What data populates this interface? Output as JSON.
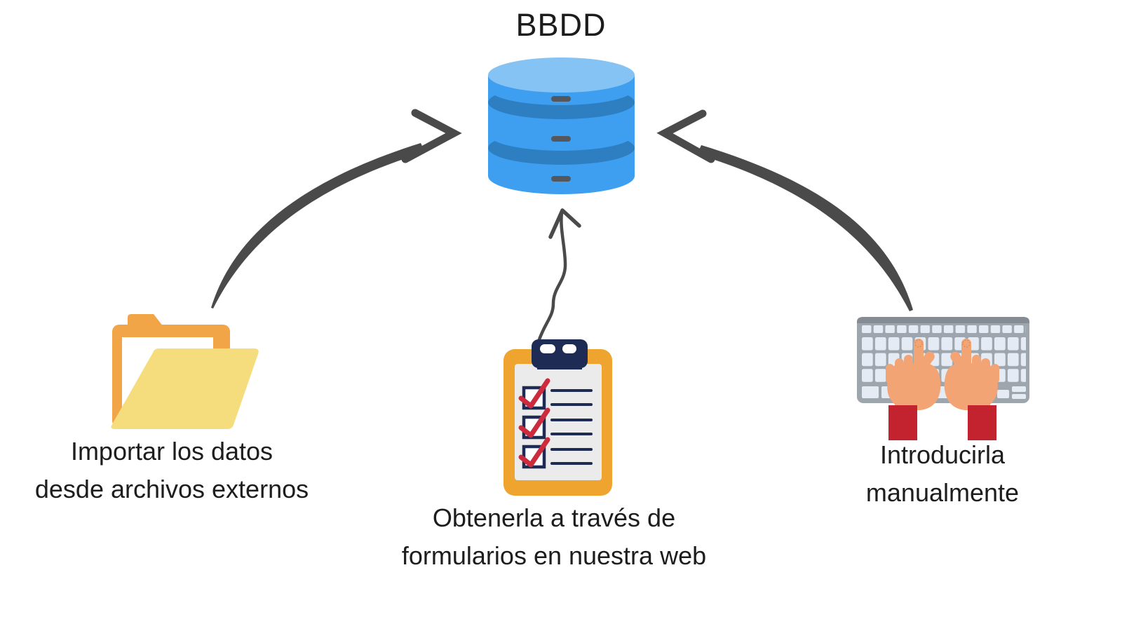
{
  "diagram": {
    "title": "BBDD",
    "database": {
      "id": "database",
      "label": "BBDD",
      "segments": 3
    },
    "sources": [
      {
        "id": "import-files",
        "icon": "open-folder-icon",
        "caption": [
          "Importar los datos",
          "desde archivos externos"
        ]
      },
      {
        "id": "web-forms",
        "icon": "clipboard-checklist-icon",
        "caption": [
          "Obtenerla a través de",
          "formularios en nuestra web"
        ]
      },
      {
        "id": "manual-entry",
        "icon": "keyboard-hands-icon",
        "caption": [
          "Introducirla",
          "manualmente"
        ]
      }
    ],
    "edges": [
      {
        "from": "import-files",
        "to": "database",
        "style": "curved-tapered-arrow"
      },
      {
        "from": "web-forms",
        "to": "database",
        "style": "thin-wavy-arrow"
      },
      {
        "from": "manual-entry",
        "to": "database",
        "style": "curved-tapered-arrow"
      }
    ],
    "colors": {
      "background": "#FFFFFF",
      "text": "#1D1D1D",
      "arrow": "#4A4A4A",
      "database_body": "#3E9EF0",
      "database_top": "#85C3F5",
      "database_band": "#2E7FC2",
      "database_slot": "#54585C",
      "folder_back": "#F1A546",
      "folder_front": "#F5DD7E",
      "clipboard_board": "#EFA42F",
      "clipboard_clip": "#1D2B55",
      "clipboard_paper": "#EBEBEB",
      "check_mark": "#CC2B3D",
      "keyboard_body": "#9DA5AD",
      "keyboard_keys": "#E5EBF5",
      "hand_skin": "#F3A474",
      "sleeve_red": "#C2232F"
    }
  }
}
